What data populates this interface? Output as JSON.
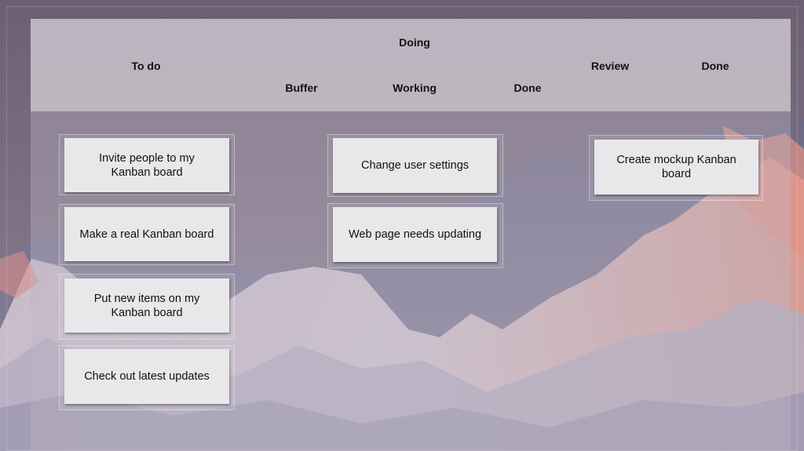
{
  "board": {
    "headers": {
      "todo": "To do",
      "doing": "Doing",
      "buffer": "Buffer",
      "working": "Working",
      "doing_done": "Done",
      "review": "Review",
      "done": "Done"
    },
    "columns": {
      "todo": [
        "Invite people to my Kanban board",
        "Make a real Kanban board",
        "Put new items on my Kanban board",
        "Check out latest updates"
      ],
      "working": [
        "Change user settings",
        "Web page needs updating"
      ],
      "review": [
        "Create mockup Kanban board"
      ]
    }
  }
}
